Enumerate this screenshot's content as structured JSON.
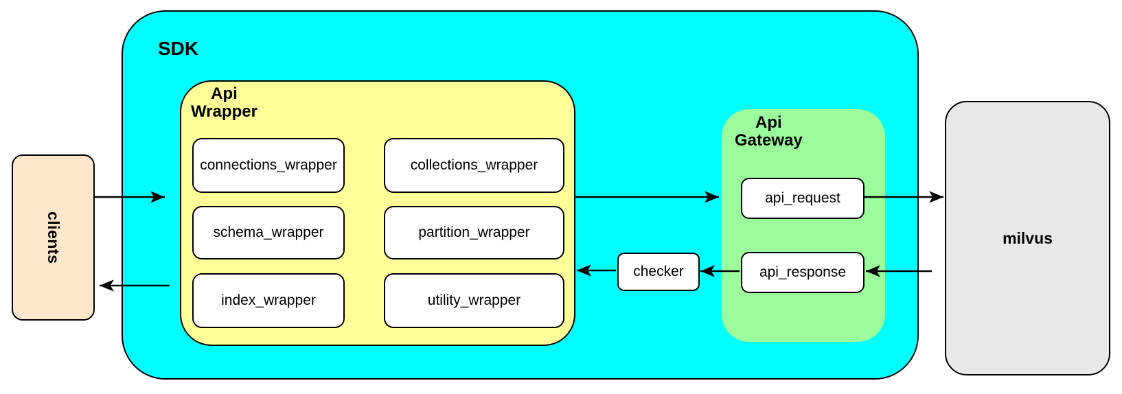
{
  "colors": {
    "sdk": "#00ffff",
    "wrapper": "#ffff99",
    "gateway": "#9cfc9c",
    "clients": "#ffe6cc",
    "milvus": "#e8e8e8",
    "node": "#ffffff",
    "stroke": "#000000"
  },
  "nodes": {
    "clients": {
      "label": "clients"
    },
    "sdk": {
      "label": "SDK"
    },
    "api_wrapper": {
      "title": [
        "Api",
        "Wrapper"
      ],
      "modules": [
        {
          "label": "connections_wrapper"
        },
        {
          "label": "schema_wrapper"
        },
        {
          "label": "index_wrapper"
        },
        {
          "label": "collections_wrapper"
        },
        {
          "label": "partition_wrapper"
        },
        {
          "label": "utility_wrapper"
        }
      ]
    },
    "checker": {
      "label": "checker"
    },
    "api_gateway": {
      "title": [
        "Api",
        "Gateway"
      ],
      "endpoints": [
        {
          "label": "api_request"
        },
        {
          "label": "api_response"
        }
      ]
    },
    "milvus": {
      "label": "milvus"
    }
  },
  "edges": [
    {
      "from": "clients",
      "to": "api_wrapper",
      "direction": "right"
    },
    {
      "from": "api_wrapper",
      "to": "api_gateway",
      "direction": "right"
    },
    {
      "from": "api_request",
      "to": "milvus",
      "direction": "right"
    },
    {
      "from": "milvus",
      "to": "api_response",
      "direction": "left"
    },
    {
      "from": "api_response",
      "to": "checker",
      "direction": "left"
    },
    {
      "from": "checker",
      "to": "api_wrapper",
      "direction": "left"
    },
    {
      "from": "sdk",
      "to": "clients",
      "direction": "left"
    }
  ]
}
